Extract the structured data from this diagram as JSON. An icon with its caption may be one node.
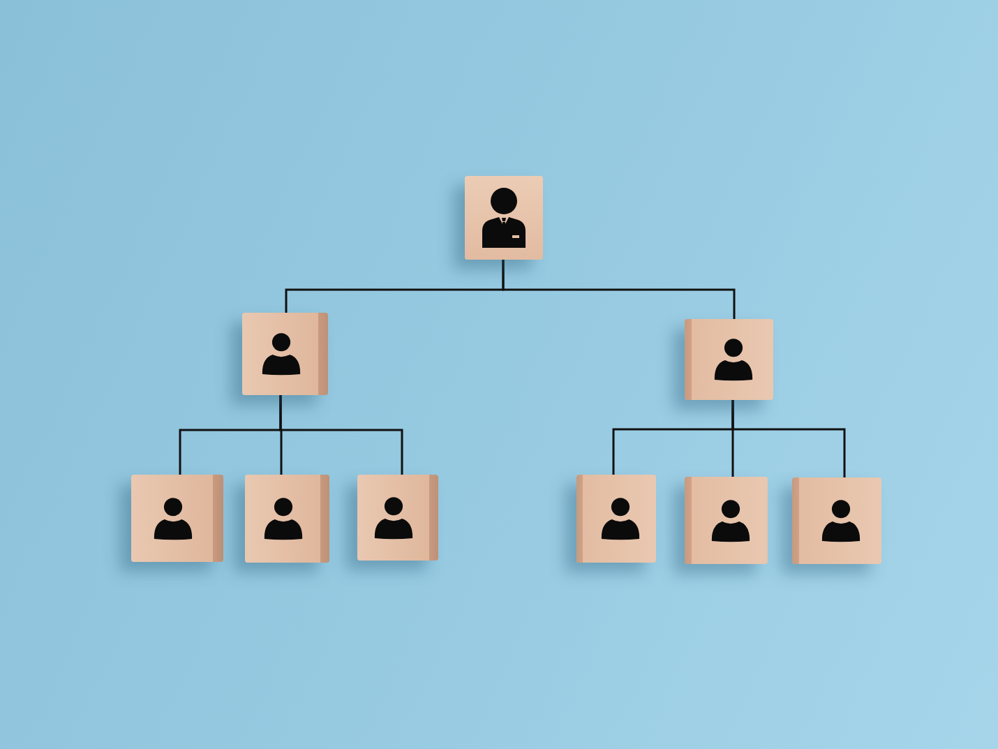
{
  "diagram": {
    "nodes": [
      {
        "text": [],
        "shape": "box"
      },
      {
        "text": [],
        "shape": "box"
      },
      {
        "text": [],
        "shape": "box"
      },
      {
        "text": [],
        "shape": "box"
      },
      {
        "text": [],
        "shape": "box"
      },
      {
        "text": [],
        "shape": "box"
      },
      {
        "text": [],
        "shape": "box"
      },
      {
        "text": [],
        "shape": "box"
      },
      {
        "text": [],
        "shape": "box"
      }
    ],
    "edges": [
      {
        "from": 0,
        "to": 1,
        "arrow": "none"
      },
      {
        "from": 0,
        "to": 2,
        "arrow": "none"
      },
      {
        "from": 1,
        "to": 3,
        "arrow": "none"
      },
      {
        "from": 1,
        "to": 4,
        "arrow": "none"
      },
      {
        "from": 1,
        "to": 5,
        "arrow": "none"
      },
      {
        "from": 2,
        "to": 6,
        "arrow": "none"
      },
      {
        "from": 2,
        "to": 7,
        "arrow": "none"
      },
      {
        "from": 2,
        "to": 8,
        "arrow": "none"
      }
    ]
  }
}
